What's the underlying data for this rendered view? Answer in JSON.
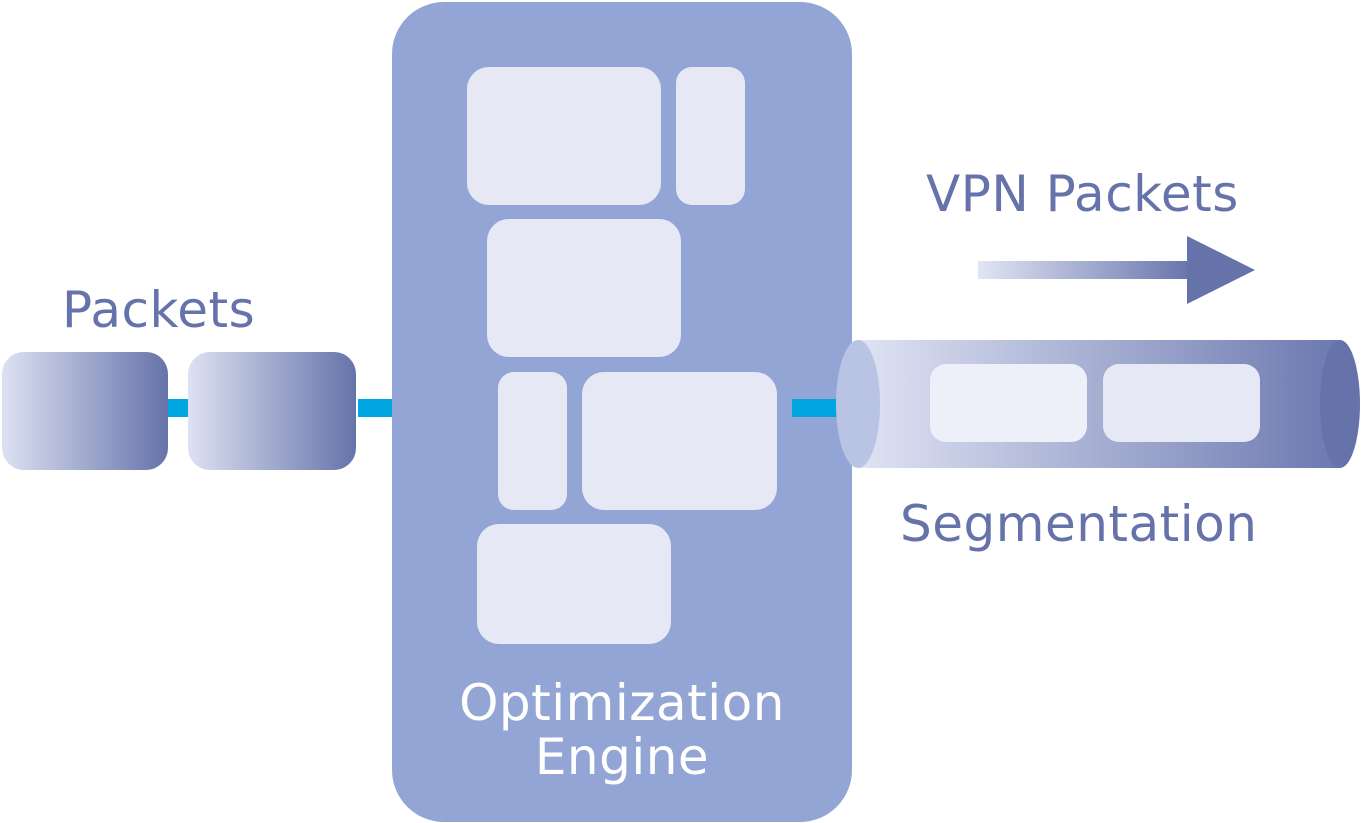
{
  "labels": {
    "packets": "Packets",
    "vpn_packets": "VPN Packets",
    "segmentation": "Segmentation",
    "engine_line1": "Optimization",
    "engine_line2": "Engine"
  },
  "colors": {
    "engine_fill": "#93a5d4",
    "block_fill": "#e6e8f6",
    "arrow_cyan": "#00a6e0",
    "label_text": "#6673aa",
    "packet_dark": "#6673aa",
    "packet_light": "#dde1f2"
  },
  "icons": {
    "input_arrow": "arrow-right-icon",
    "output_arrow": "arrow-right-icon",
    "direction_arrow": "arrow-right-icon"
  }
}
